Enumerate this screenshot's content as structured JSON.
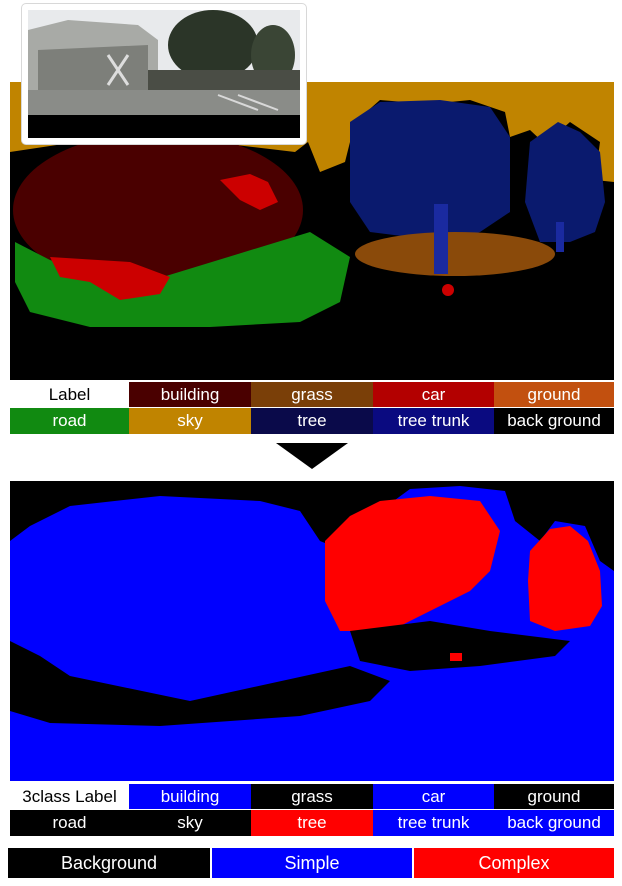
{
  "top_legend": {
    "row1": [
      "Label",
      "building",
      "grass",
      "car",
      "ground"
    ],
    "row2": [
      "road",
      "sky",
      "tree",
      "tree trunk",
      "back ground"
    ],
    "colors1": [
      "#ffffff",
      "#4a0000",
      "#7a3f08",
      "#b30000",
      "#c2500f"
    ],
    "text_colors1": [
      "#000000",
      "#ffffff",
      "#ffffff",
      "#ffffff",
      "#ffffff"
    ],
    "colors2": [
      "#118a11",
      "#c08400",
      "#0a0a4a",
      "#0a0a80",
      "#000000"
    ],
    "text_colors2": [
      "#ffffff",
      "#ffffff",
      "#ffffff",
      "#ffffff",
      "#ffffff"
    ]
  },
  "bottom_legend": {
    "row1": [
      "3class Label",
      "building",
      "grass",
      "car",
      "ground"
    ],
    "row2": [
      "road",
      "sky",
      "tree",
      "tree trunk",
      "back ground"
    ],
    "colors1": [
      "#ffffff",
      "#0000ff",
      "#000000",
      "#0000ff",
      "#000000"
    ],
    "text_colors1": [
      "#000000",
      "#ffffff",
      "#ffffff",
      "#ffffff",
      "#ffffff"
    ],
    "colors2": [
      "#000000",
      "#000000",
      "#ff0000",
      "#0000ff",
      "#0000ff"
    ],
    "text_colors2": [
      "#ffffff",
      "#ffffff",
      "#ffffff",
      "#ffffff",
      "#ffffff"
    ]
  },
  "class_key": {
    "labels": [
      "Background",
      "Simple",
      "Complex"
    ],
    "colors": [
      "#000000",
      "#0000ff",
      "#ff0000"
    ]
  }
}
